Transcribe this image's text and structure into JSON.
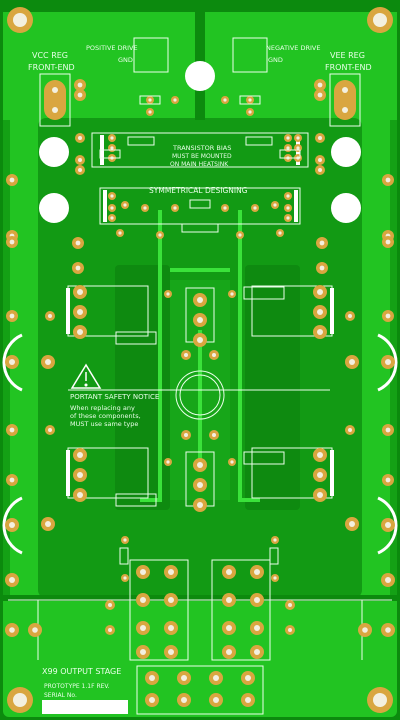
{
  "colors": {
    "board": "#1fb81f",
    "board_dark": "#0e8f12",
    "pour": "#2fd12f",
    "trace": "#36e036",
    "silk": "#eaffea",
    "pad_gold": "#d9a640",
    "pad_hole": "#f3f0e0",
    "mount_white": "#ffffff"
  },
  "labels": {
    "vcc_reg": "VCC REG",
    "vcc_front": "FRONT-END",
    "vee_reg": "VEE REG",
    "vee_front": "FRONT-END",
    "pos_drive": "POSITIVE DRIVE",
    "neg_drive": "NEGATIVE DRIVE",
    "gnd_left": "GND",
    "gnd_right": "GND",
    "bias1": "TRANSISTOR BIAS",
    "bias2": "MUST BE MOUNTED",
    "bias3": "ON MAIN HEATSINK",
    "symmetric": "SYMMETRICAL DESIGNING",
    "safety_title": "PORTANT SAFETY NOTICE",
    "safety_l1": "When replacing any",
    "safety_l2": "of these components,",
    "safety_l3": "MUST use same type",
    "board_name": "X99 OUTPUT STAGE",
    "revision": "PROTOTYPE 1.1F REV.",
    "serial": "SERIAL No."
  },
  "icons": {
    "warning": "warning-triangle-icon"
  }
}
